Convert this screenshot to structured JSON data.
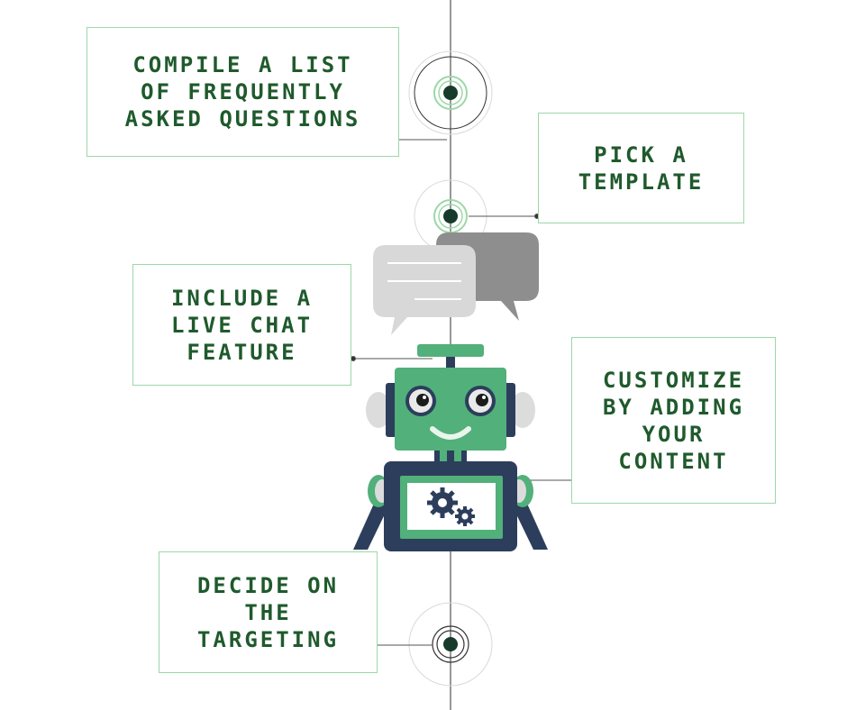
{
  "colors": {
    "text": "#1f5a2c",
    "box_border": "#9cd8a8",
    "timeline": "#777777",
    "robot_green": "#52b07a",
    "robot_navy": "#2c3e5c",
    "bubble_light": "#d8d8d8",
    "bubble_dark": "#8e8e8e"
  },
  "steps": [
    {
      "label": "COMPILE A LIST\nOF FREQUENTLY\nASKED QUESTIONS"
    },
    {
      "label": "PICK A\nTEMPLATE"
    },
    {
      "label": "INCLUDE A\nLIVE CHAT\nFEATURE"
    },
    {
      "label": "CUSTOMIZE\nBY ADDING\nYOUR\nCONTENT"
    },
    {
      "label": "DECIDE ON\nTHE\nTARGETING"
    }
  ],
  "icons": {
    "timeline_marker": "concentric-circles-icon",
    "robot": "robot-icon",
    "chat": "chat-bubbles-icon",
    "gears": "gears-icon"
  }
}
